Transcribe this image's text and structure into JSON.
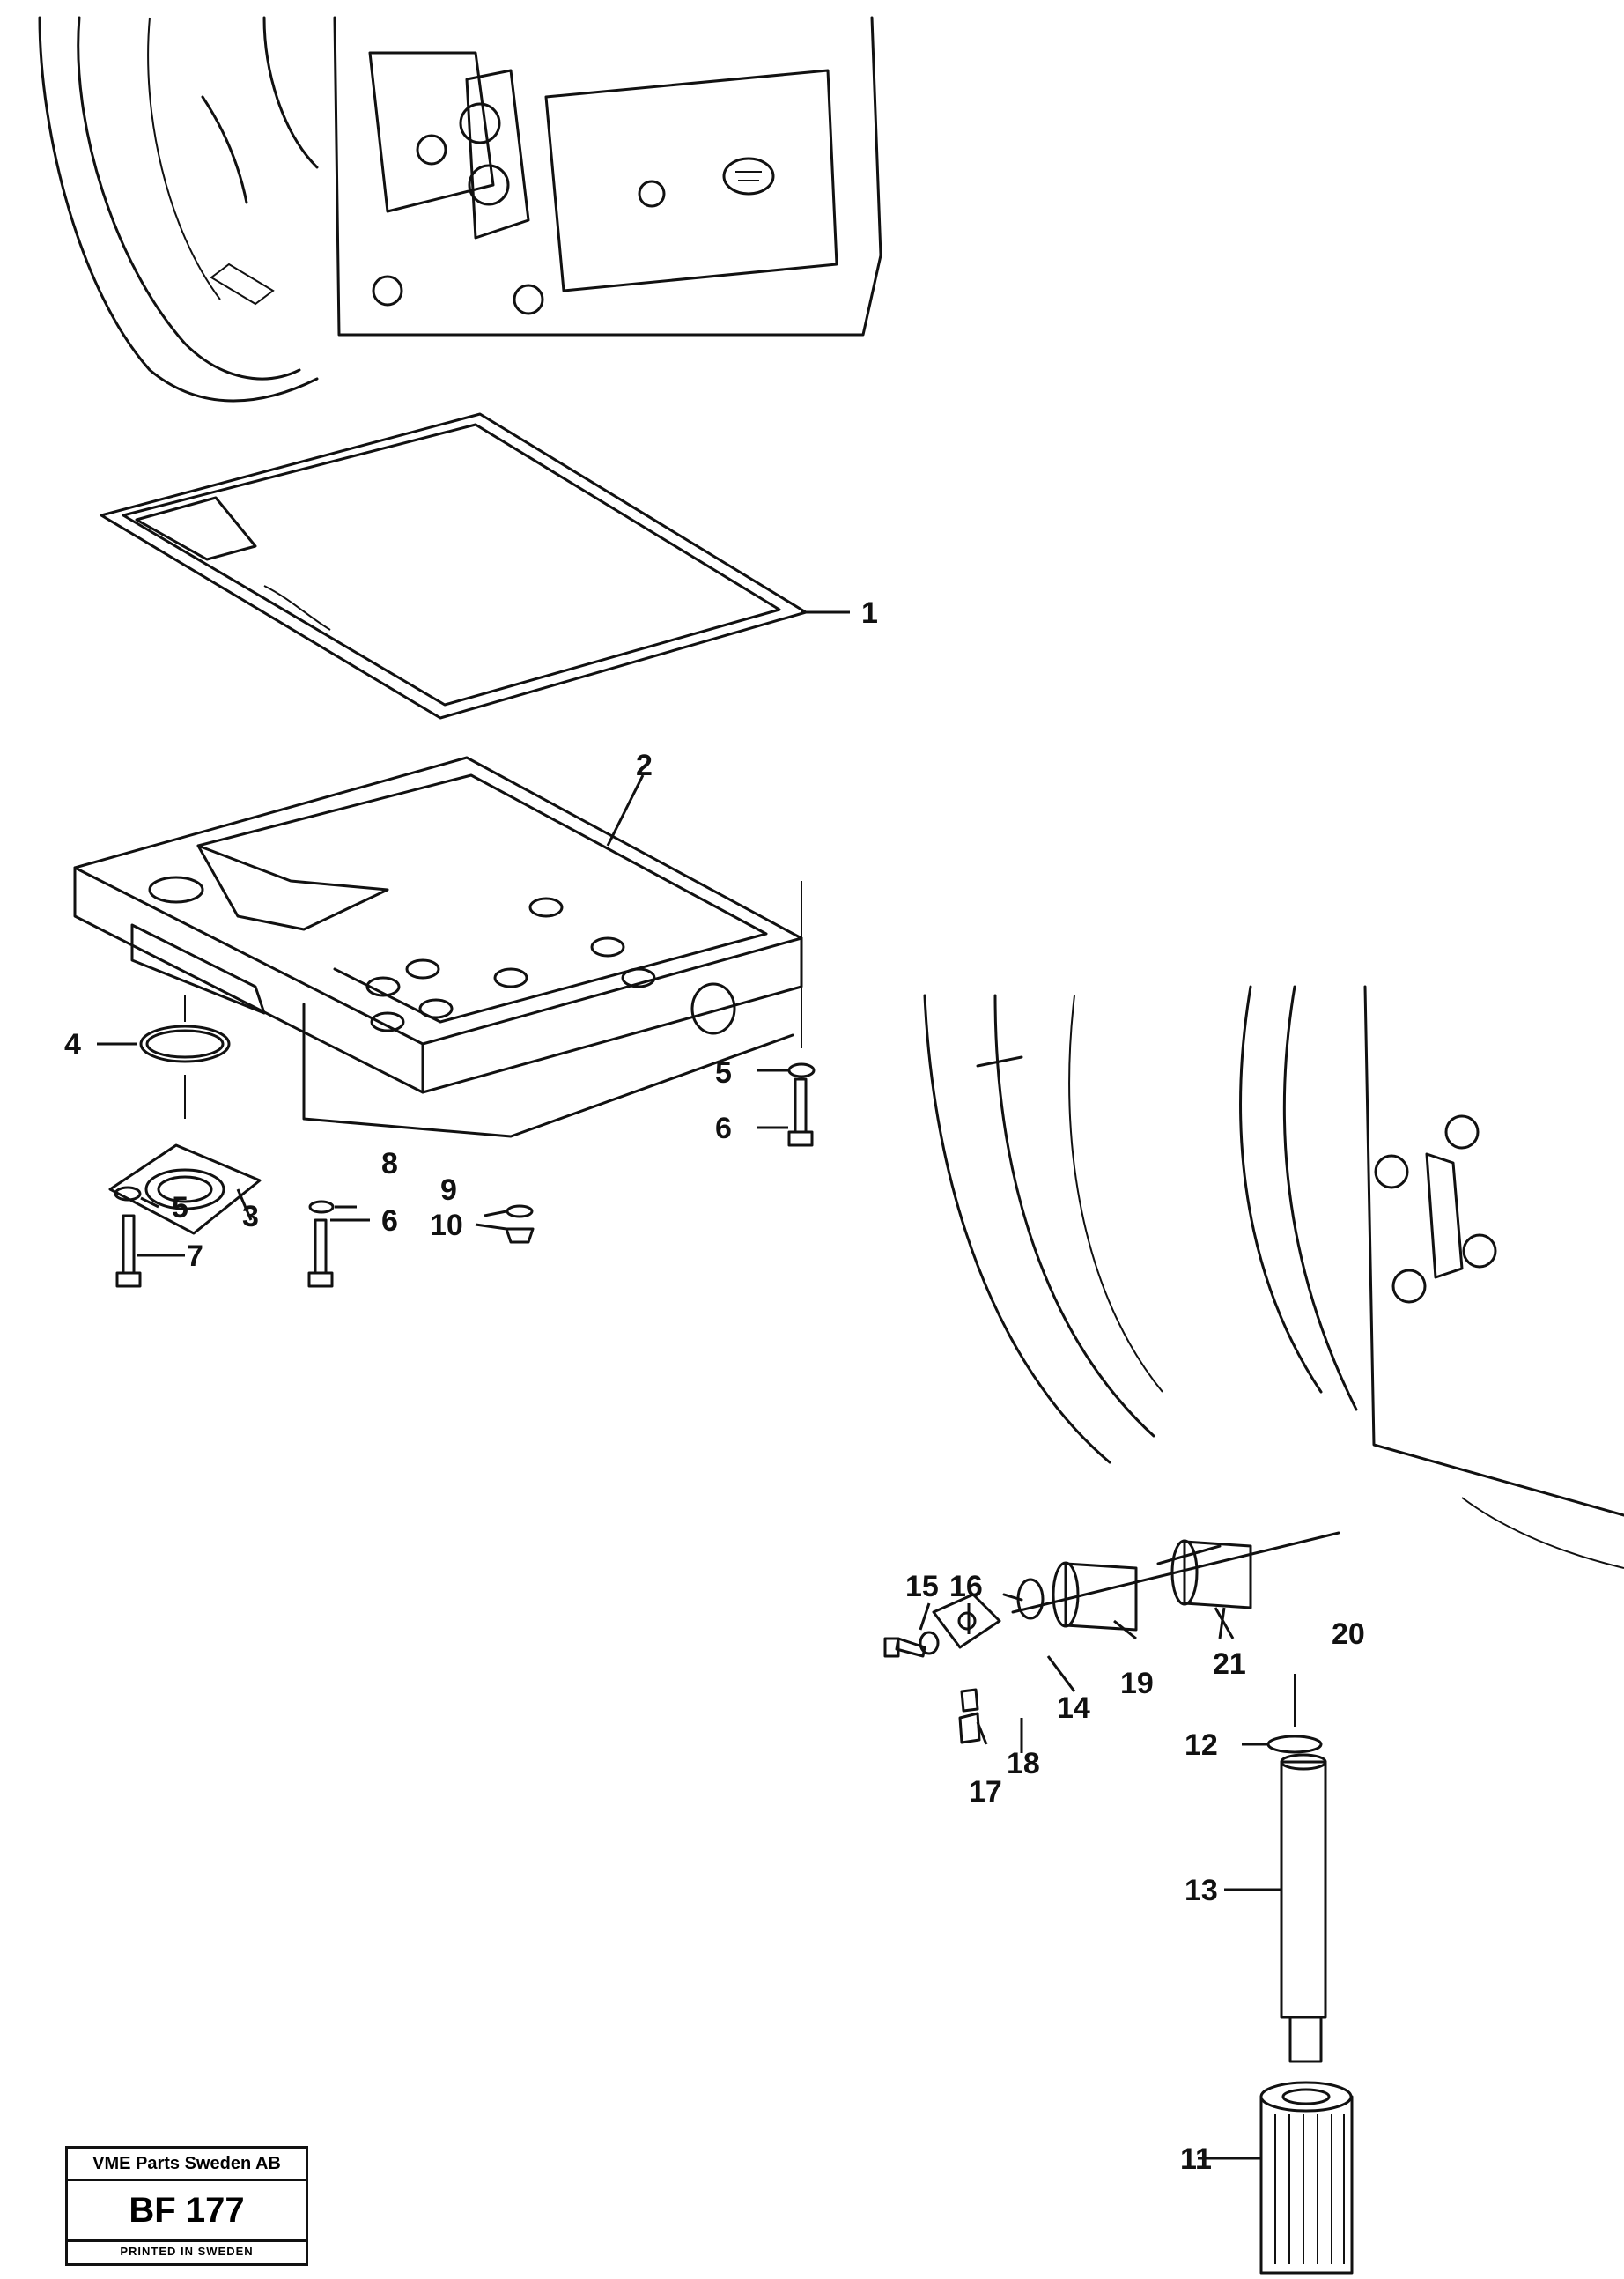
{
  "callouts": {
    "c1": "1",
    "c2": "2",
    "c3": "3",
    "c4": "4",
    "c5a": "5",
    "c5b": "5",
    "c6a": "6",
    "c6b": "6",
    "c7": "7",
    "c8": "8",
    "c9": "9",
    "c10": "10",
    "c11": "11",
    "c12": "12",
    "c13": "13",
    "c14": "14",
    "c15": "15",
    "c16": "16",
    "c17": "17",
    "c18": "18",
    "c19": "19",
    "c20": "20",
    "c21": "21"
  },
  "stamp": {
    "company": "VME Parts Sweden AB",
    "code": "BF 177",
    "printed": "PRINTED IN SWEDEN"
  }
}
